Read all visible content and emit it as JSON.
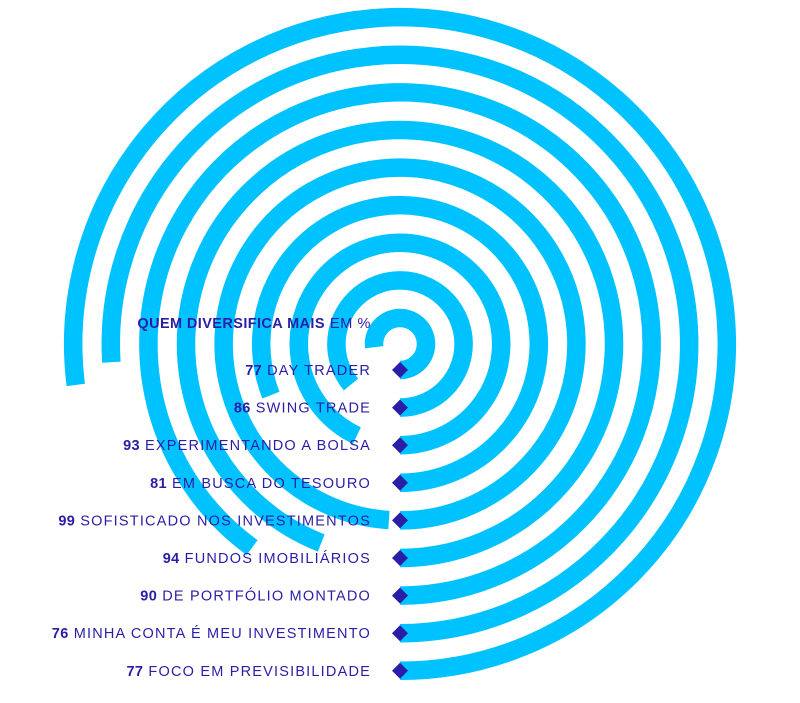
{
  "chart_data": {
    "type": "radial-bar",
    "title": "QUEM DIVERSIFICA MAIS",
    "unit": "EM %",
    "scale_max": 100,
    "categories": [
      "DAY TRADER",
      "SWING TRADE",
      "EXPERIMENTANDO A BOLSA",
      "EM BUSCA DO TESOURO",
      "SOFISTICADO NOS INVESTIMENTOS",
      "FUNDOS IMOBILIÁRIOS",
      "DE PORTFÓLIO MONTADO",
      "MINHA CONTA É MEU INVESTIMENTO",
      "FOCO EM PREVISIBILIDADE"
    ],
    "values": [
      77,
      86,
      93,
      81,
      99,
      94,
      90,
      76,
      77
    ]
  },
  "colors": {
    "arc": "#00c2ff",
    "marker": "#2a1ea6",
    "text": "#2a1ea6"
  }
}
